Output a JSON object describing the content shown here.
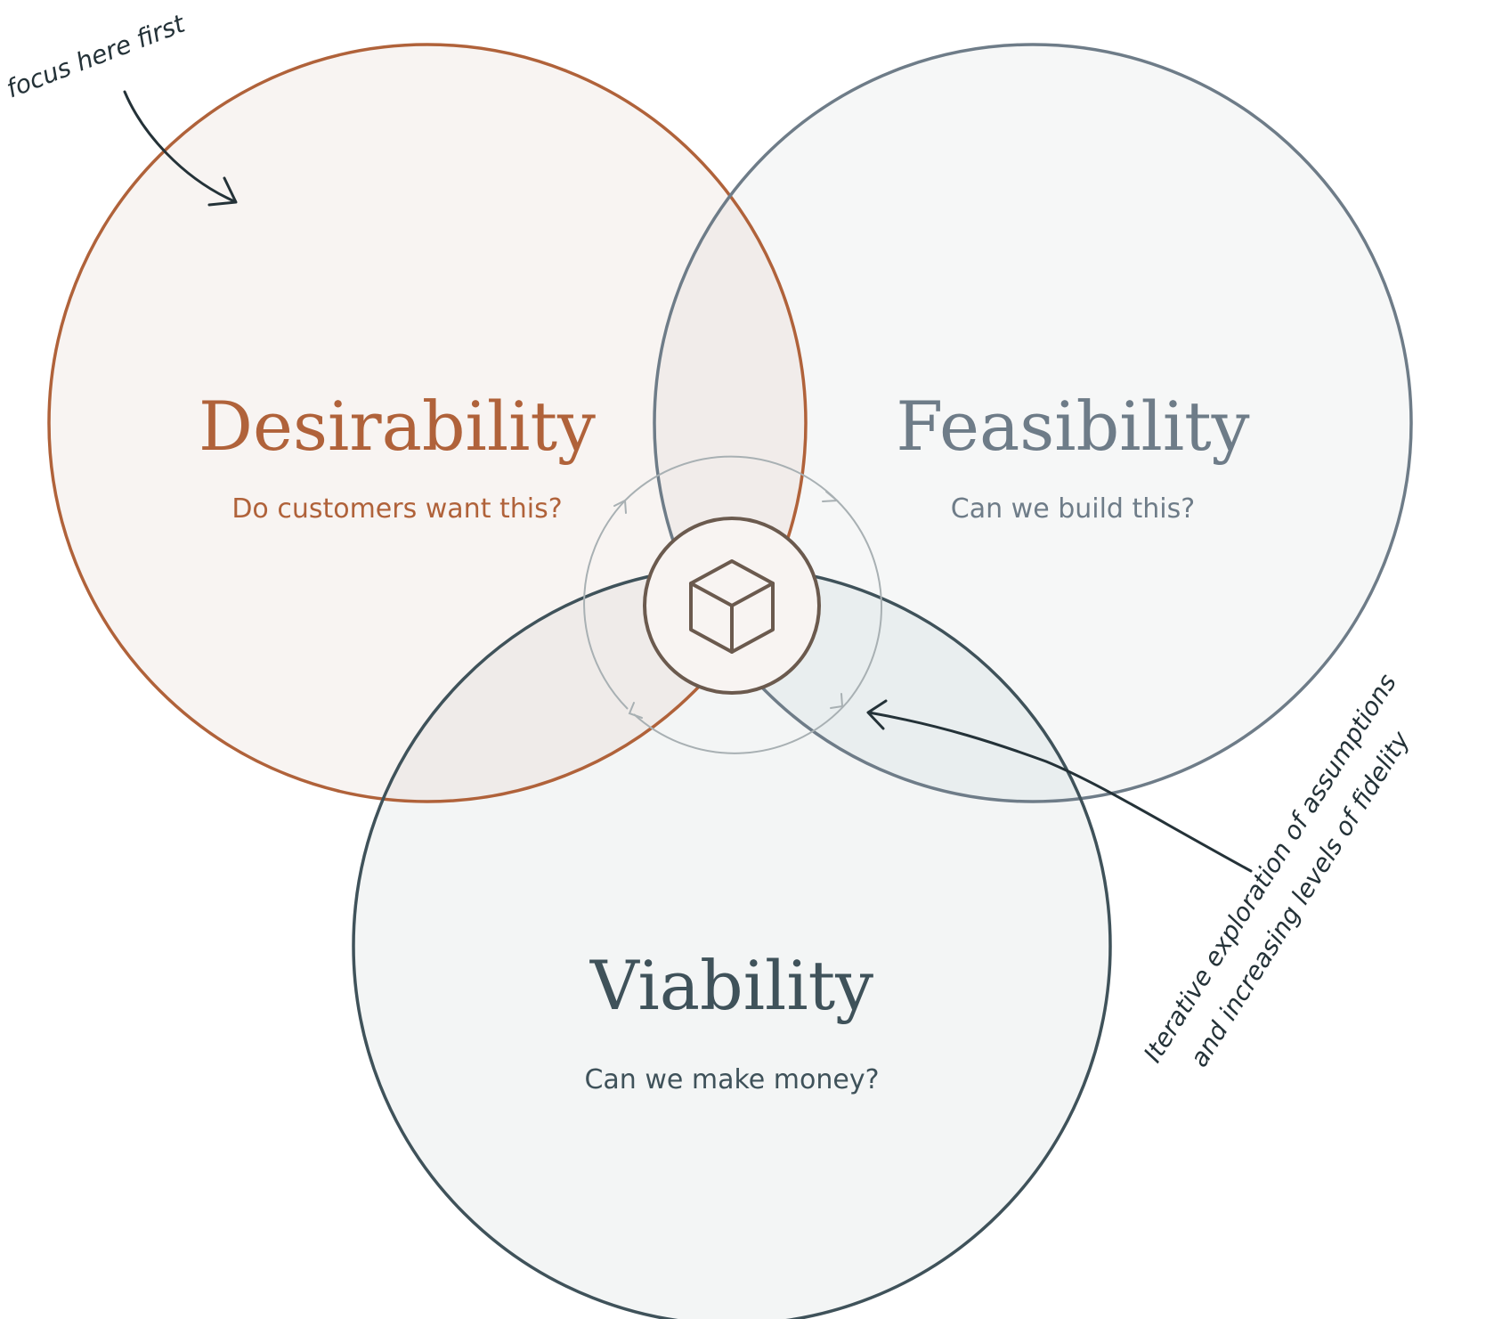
{
  "colors": {
    "desirability": "#b0623a",
    "feasibility": "#6e7c88",
    "viability": "#3f525a",
    "center": "#6b5a4e",
    "annotation": "#243238",
    "cycle_ring": "#a8b0b3"
  },
  "circles": {
    "desirability": {
      "title": "Desirability",
      "question": "Do customers want this?"
    },
    "feasibility": {
      "title": "Feasibility",
      "question": "Can we build this?"
    },
    "viability": {
      "title": "Viability",
      "question": "Can we make money?"
    }
  },
  "center_icon": "cube-icon",
  "annotations": {
    "focus_note": "focus here first",
    "iteration_line1": "Iterative exploration of assumptions",
    "iteration_line2": "and increasing levels of fidelity"
  }
}
